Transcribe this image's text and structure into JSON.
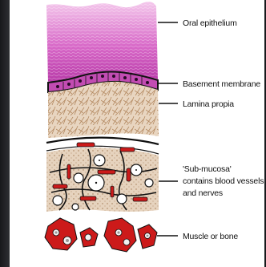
{
  "diagram": {
    "labels": {
      "oral_epithelium": "Oral epithelium",
      "basement_membrane": "Basement membrane",
      "lamina_propia": "Lamina propia",
      "submucosa_line1": "'Sub-mucosa'",
      "submucosa_line2": "contains blood vessels",
      "submucosa_line3": "and nerves",
      "muscle_or_bone": "Muscle or bone"
    },
    "colors": {
      "epithelium_top": "#f0b8e6",
      "epithelium_bottom": "#c040b0",
      "lamina": "#c9a27e",
      "submucosa": "#e2cdb5",
      "vessel_red": "#cc1a1a",
      "outline": "#111111"
    }
  }
}
